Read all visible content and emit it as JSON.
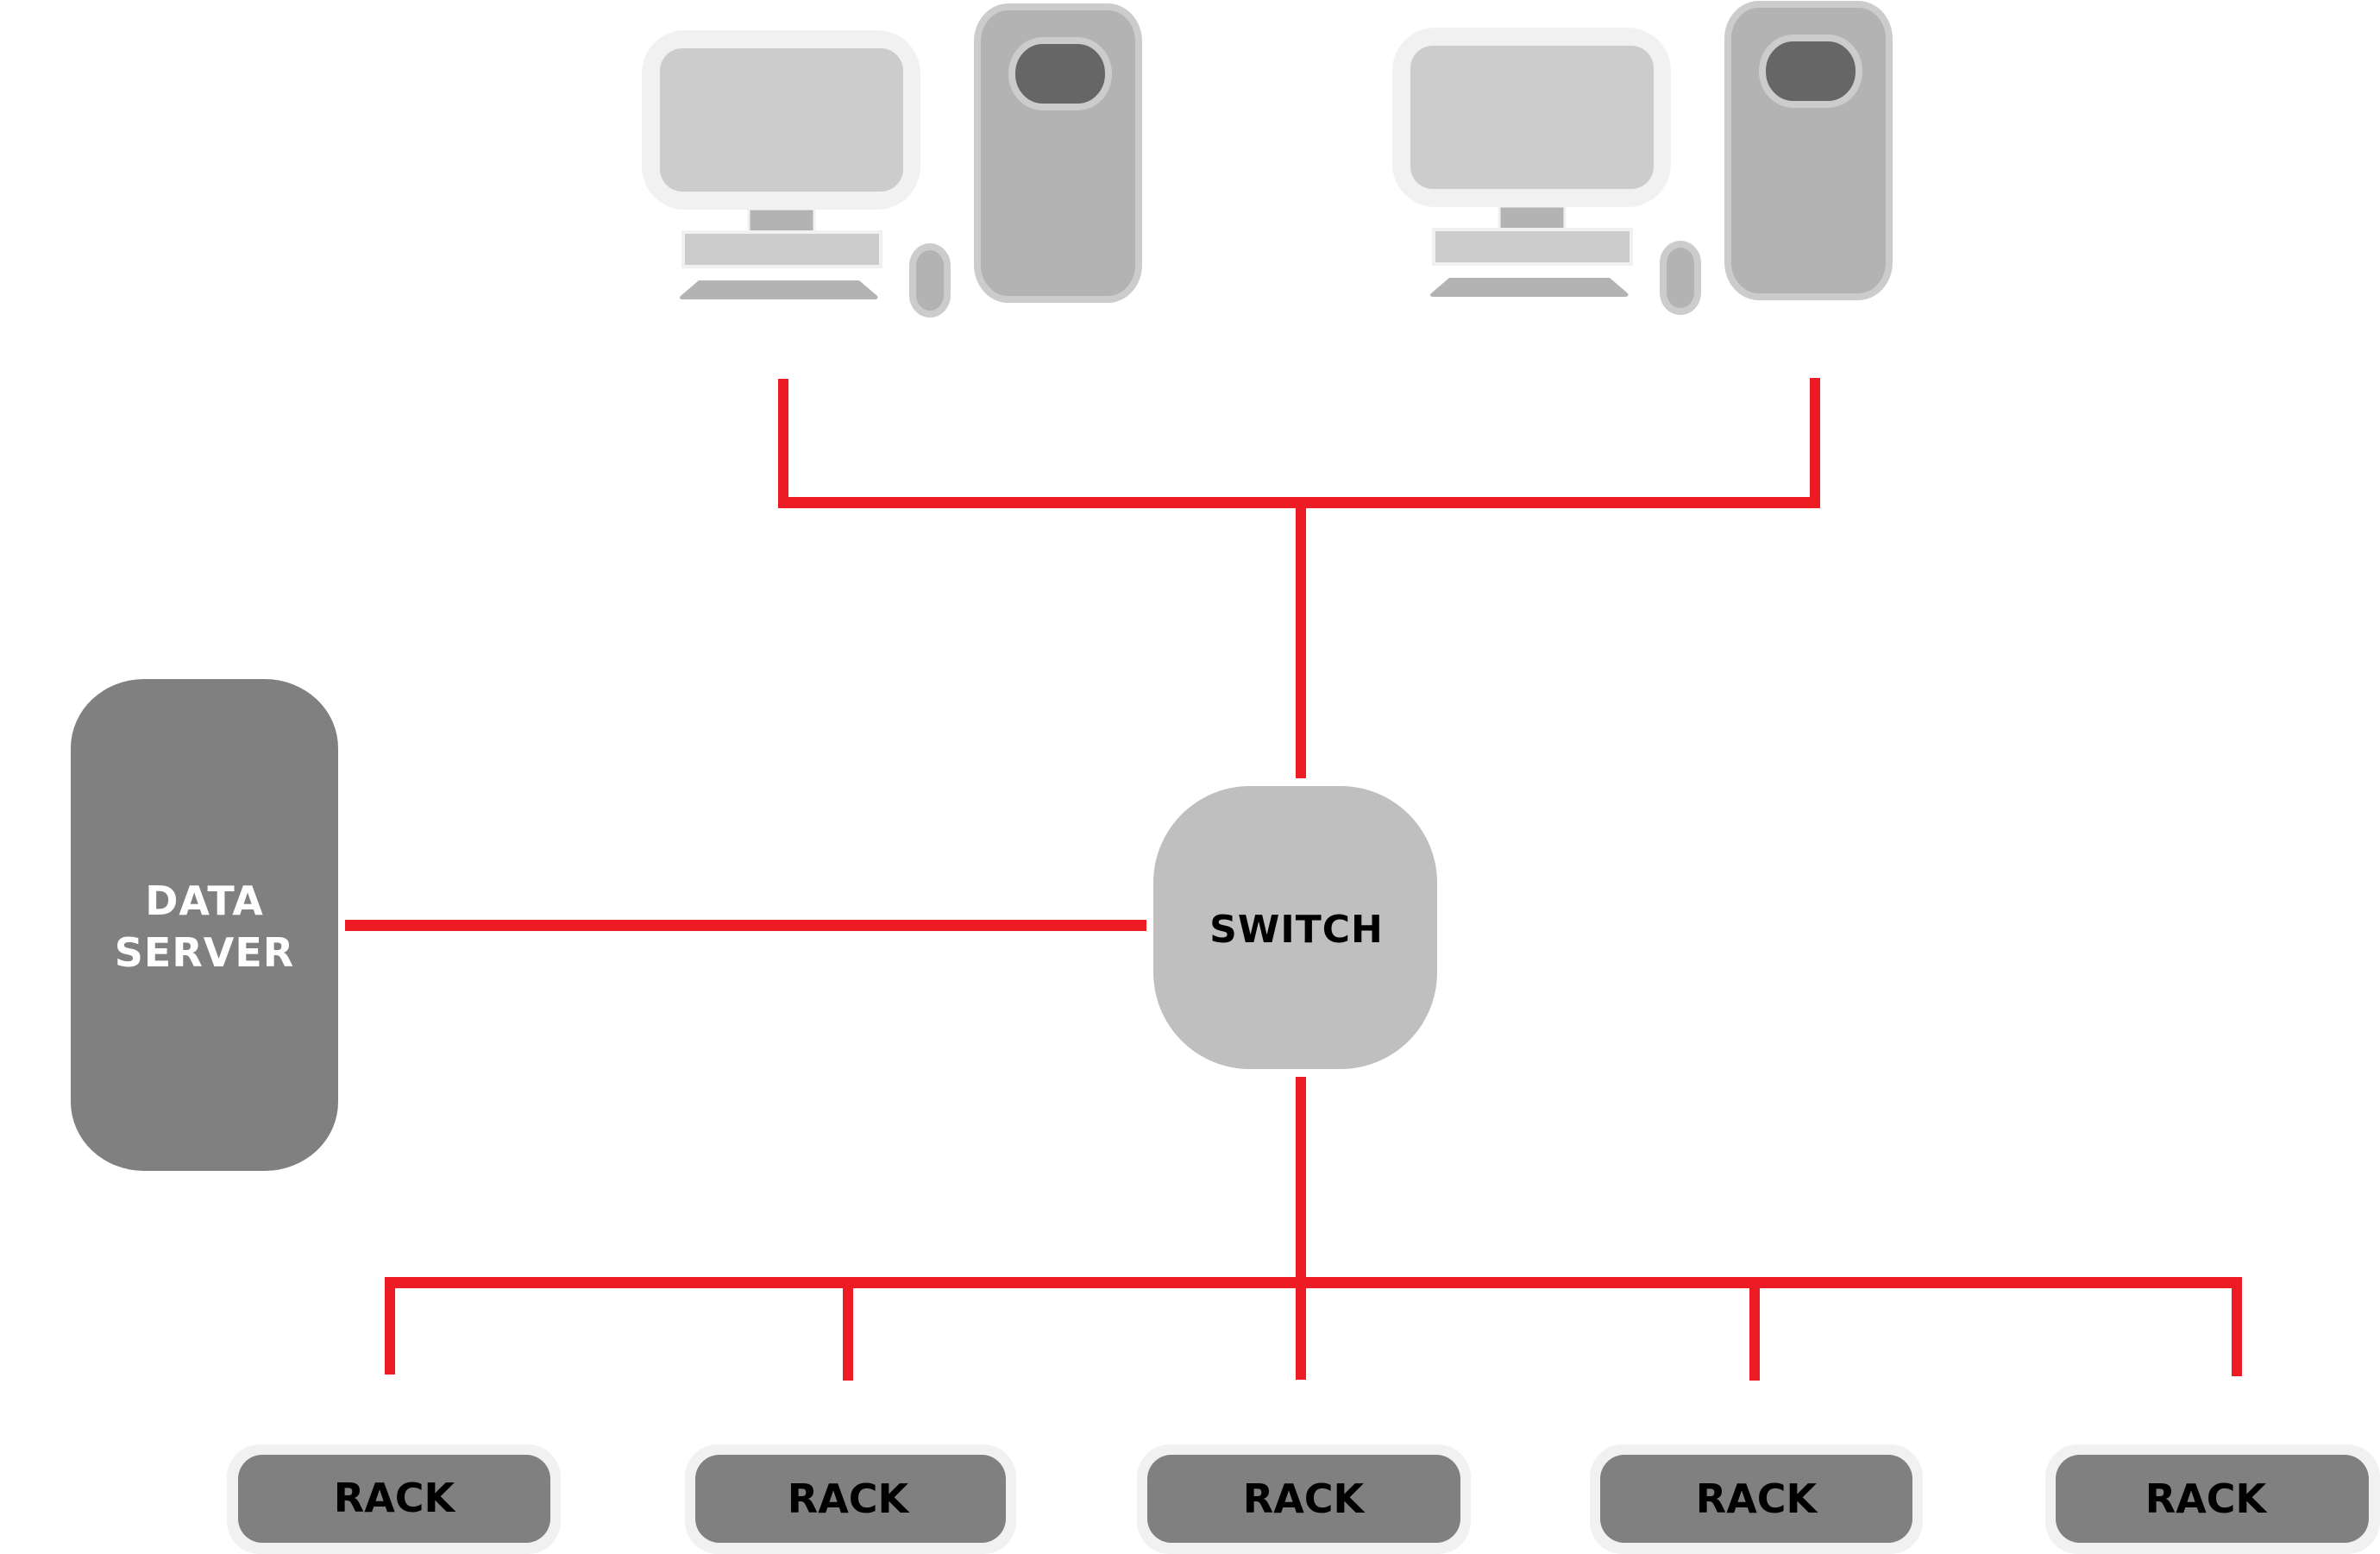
{
  "diagram": {
    "title": "Network topology",
    "colors": {
      "link": "#ed1c24",
      "server_fill": "#808080",
      "switch_fill": "#bfbfbf",
      "rack_fill": "#808080",
      "rack_outline": "#f1f1f1",
      "monitor_frame": "#f1f1f1",
      "monitor_screen": "#cccccc",
      "tower_fill": "#b3b3b3",
      "tower_border": "#cccccc",
      "drive_fill": "#666666"
    },
    "nodes": {
      "workstations": [
        {
          "id": "workstation-1",
          "icon": "desktop-computer-icon"
        },
        {
          "id": "workstation-2",
          "icon": "desktop-computer-icon"
        }
      ],
      "data_server": {
        "label_line1": "DATA",
        "label_line2": "SERVER"
      },
      "switch": {
        "label": "SWITCH"
      },
      "racks": [
        {
          "label": "RACK"
        },
        {
          "label": "RACK"
        },
        {
          "label": "RACK"
        },
        {
          "label": "RACK"
        },
        {
          "label": "RACK"
        }
      ]
    },
    "connections": [
      {
        "from": "workstation-1",
        "to": "switch"
      },
      {
        "from": "workstation-2",
        "to": "switch"
      },
      {
        "from": "data_server",
        "to": "switch"
      },
      {
        "from": "switch",
        "to": "rack-1"
      },
      {
        "from": "switch",
        "to": "rack-2"
      },
      {
        "from": "switch",
        "to": "rack-3"
      },
      {
        "from": "switch",
        "to": "rack-4"
      },
      {
        "from": "switch",
        "to": "rack-5"
      }
    ]
  }
}
